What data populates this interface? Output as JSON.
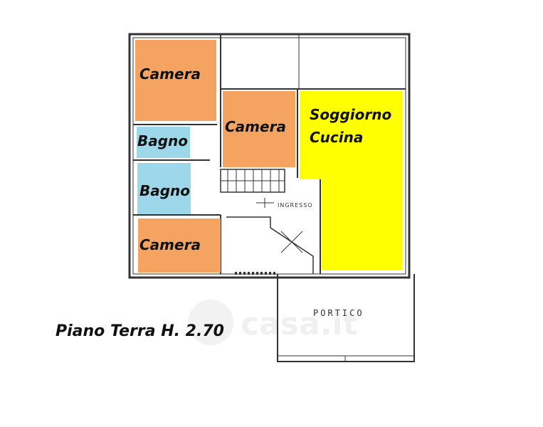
{
  "rooms": [
    {
      "id": "camera-1",
      "label": "Camera",
      "color": "#f4a460"
    },
    {
      "id": "camera-2",
      "label": "Camera",
      "color": "#f4a460"
    },
    {
      "id": "bagno-1",
      "label": "Bagno",
      "color": "#9dd8ea"
    },
    {
      "id": "bagno-2",
      "label": "Bagno",
      "color": "#9dd8ea"
    },
    {
      "id": "camera-3",
      "label": "Camera",
      "color": "#f4a460"
    },
    {
      "id": "soggiorno-cucina",
      "label_line1": "Soggiorno",
      "label_line2": "Cucina",
      "color": "#ffff00"
    }
  ],
  "labels": {
    "ingresso": "INGRESSO",
    "portico": "PORTICO",
    "floor_title": "Piano Terra H. 2.70",
    "watermark": "casa.it"
  }
}
